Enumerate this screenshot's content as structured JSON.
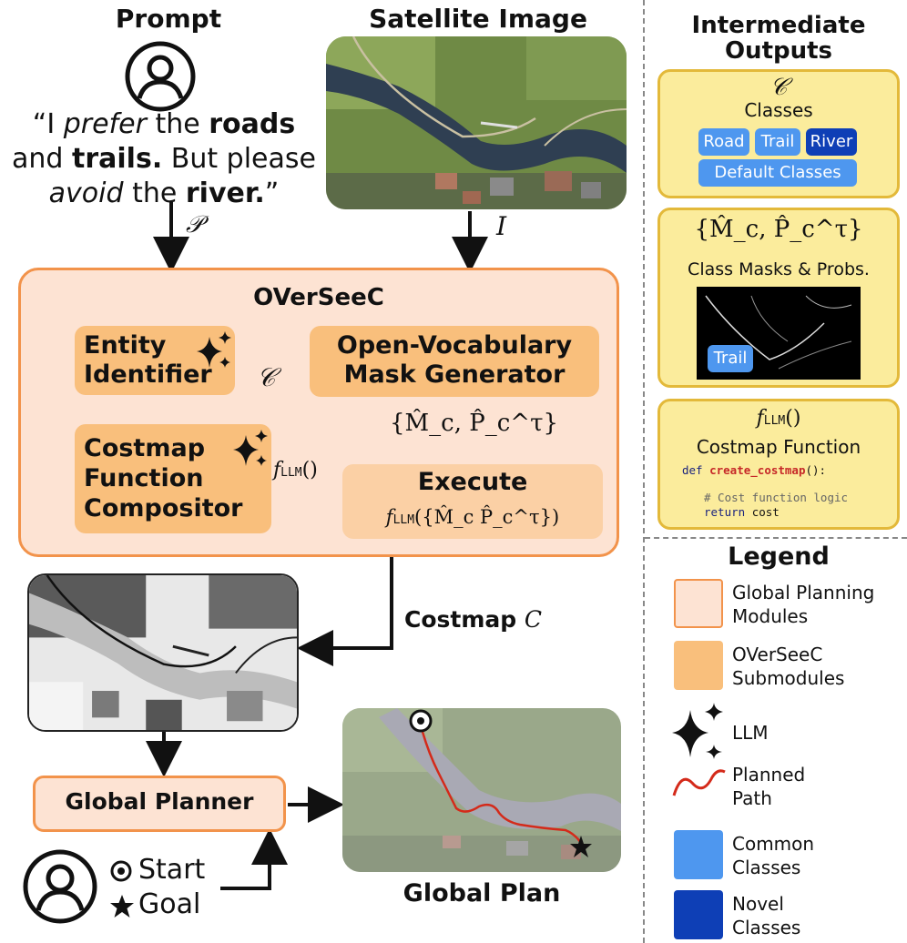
{
  "prompt": {
    "title": "Prompt",
    "quote_open": "“I ",
    "quote_prefer": "prefer",
    "quote_the": " the ",
    "quote_roads": "roads",
    "quote_and": "and ",
    "quote_trails": "trails.",
    "quote_but": " But please",
    "quote_avoid": "avoid",
    "quote_the2": " the ",
    "quote_river": "river.",
    "quote_close": "”",
    "symbol": "𝒫"
  },
  "satellite": {
    "title": "Satellite Image",
    "symbol": "I"
  },
  "overseec": {
    "title": "OVerSeeC",
    "entity_identifier": "Entity Identifier",
    "mask_generator": "Open-Vocabulary Mask Generator",
    "compositor": "Costmap Function Compositor",
    "execute": "Execute",
    "execute_formula_prefix": "f",
    "execute_formula_sub": "LLM",
    "execute_formula_args": "({M̂_c  P̂_c^τ})",
    "class_symbol": "𝒞",
    "mask_set": "{M̂_c, P̂_c^τ}",
    "fllm_f": "f",
    "fllm_sub": "LLM",
    "fllm_args": "()"
  },
  "costmap": {
    "label": "Costmap",
    "symbol": "C"
  },
  "planner": {
    "label": "Global Planner",
    "start": "Start",
    "goal": "Goal"
  },
  "plan": {
    "title": "Global Plan"
  },
  "intermediate": {
    "title_line1": "Intermediate",
    "title_line2": "Outputs",
    "classes_symbol": "𝒞",
    "classes_title": "Classes",
    "class_pills": [
      "Road",
      "Trail",
      "River",
      "Default Classes"
    ],
    "masks_symbol": "{M̂_c, P̂_c^τ}",
    "masks_title": "Class Masks & Probs.",
    "mask_pill": "Trail",
    "fn_symbol_f": "f",
    "fn_symbol_sub": "LLM",
    "fn_symbol_args": "()",
    "fn_title": "Costmap Function",
    "code_def": "def",
    "code_name": "create_costmap",
    "code_paren": "():",
    "code_comment": "# Cost function logic",
    "code_return": "return",
    "code_cost": "cost"
  },
  "legend": {
    "title": "Legend",
    "global_modules": "Global Planning Modules",
    "submodules": "OVerSeeC Submodules",
    "llm": "LLM",
    "planned_path": "Planned Path",
    "common_classes": "Common Classes",
    "novel_classes": "Novel Classes"
  },
  "colors": {
    "global_fill": "#fde3d3",
    "global_border": "#f2934b",
    "submodule_fill": "#f9bf7c",
    "intermediate_fill": "#fbec9c",
    "intermediate_border": "#e3b93a",
    "common_class": "#4e97ef",
    "novel_class": "#0e3fb6",
    "path": "#d42a1a"
  }
}
